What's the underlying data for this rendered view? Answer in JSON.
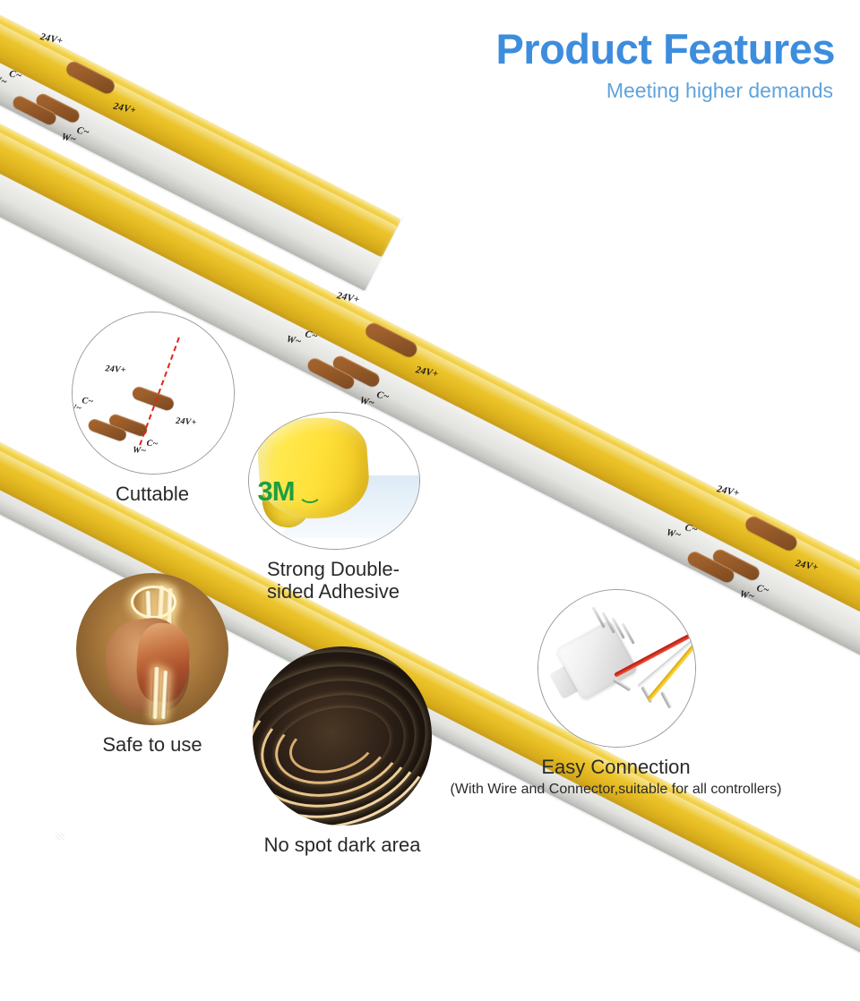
{
  "header": {
    "title": "Product Features",
    "subtitle": "Meeting higher demands",
    "title_color": "#3d8ddd",
    "subtitle_color": "#5fa3dd"
  },
  "strip": {
    "pad_labels": {
      "voltage": "24V+",
      "cool": "C~",
      "warm": "W~"
    },
    "cob_color": "#ecc62f",
    "pcb_color": "#f3f3f1",
    "pad_color": "#8a5225"
  },
  "features": [
    {
      "id": "cuttable",
      "caption": "Cuttable",
      "cut_line_color": "#e2231a",
      "labels": [
        "24V+",
        "24V+",
        "C~",
        "W~",
        "C~",
        "W~"
      ]
    },
    {
      "id": "adhesive",
      "caption_line1": "Strong Double-",
      "caption_line2": "sided Adhesive",
      "brand": "3M",
      "brand_color": "#1f9e3f",
      "tape_color": "#ffe13a",
      "liner_color": "#dceaf6"
    },
    {
      "id": "safe-to-use",
      "caption": "Safe to use",
      "background_color": "#b07f41",
      "glow_color": "#fff6cf"
    },
    {
      "id": "no-spot-dark-area",
      "caption": "No spot dark area",
      "background_color": "#1d150f",
      "glow_color": "#f2d9a0"
    },
    {
      "id": "easy-connection",
      "caption": "Easy Connection",
      "subcaption": "(With Wire and Connector,suitable for all controllers)",
      "wire_colors": [
        "#d92b1c",
        "#f2f2f2",
        "#f4c21a"
      ]
    }
  ]
}
